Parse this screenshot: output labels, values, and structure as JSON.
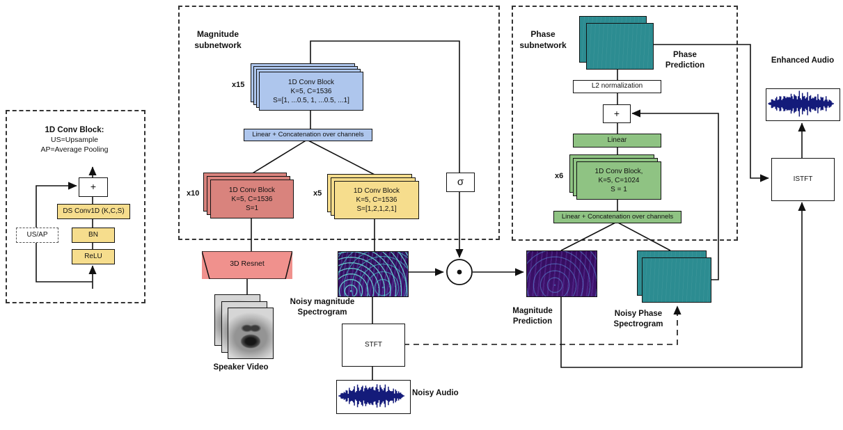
{
  "colors": {
    "blue": "#aec6ed",
    "red": "#d9837d",
    "yellow": "#f6dd8d",
    "green": "#8fc383",
    "teal": "#2c8c91",
    "salmon": "#f0918d",
    "waveform_navy": "#141b7a",
    "spectrogram_purple": "#340d60"
  },
  "legend": {
    "title": "1D Conv Block:",
    "us": "US=Upsample",
    "ap": "AP=Average Pooling",
    "plus": "+",
    "ds_conv": "DS Conv1D (K,C,S)",
    "us_ap": "US/AP",
    "bn": "BN",
    "relu": "ReLU"
  },
  "magnitude": {
    "title1": "Magnitude",
    "title2": "subnetwork",
    "blue": {
      "mult": "x15",
      "line1": "1D Conv Block",
      "line2": "K=5, C=1536",
      "line3": "S=[1, ...0.5, 1, ...0.5, ...1]"
    },
    "concat": "Linear + Concatenation over channels",
    "red": {
      "mult": "x10",
      "line1": "1D Conv Block",
      "line2": "K=5, C=1536",
      "line3": "S=1"
    },
    "yellow": {
      "mult": "x5",
      "line1": "1D Conv Block",
      "line2": "K=5, C=1536",
      "line3": "S=[1,2,1,2,1]"
    },
    "sigma": "σ"
  },
  "phase": {
    "title1": "Phase",
    "title2": "subnetwork",
    "l2norm": "L2 normalization",
    "plus": "+",
    "linear": "Linear",
    "green": {
      "mult": "x6",
      "line1": "1D Conv Block,",
      "line2": "K=5, C=1024",
      "line3": "S = 1"
    },
    "concat": "Linear + Concatenation over channels",
    "pred1": "Phase",
    "pred2": "Prediction"
  },
  "io": {
    "resnet": "3D Resnet",
    "speaker_video": "Speaker Video",
    "noisy_mag1": "Noisy magnitude",
    "noisy_mag2": "Spectrogram",
    "stft": "STFT",
    "noisy_audio": "Noisy Audio",
    "magpred1": "Magnitude",
    "magpred2": "Prediction",
    "noisyphase1": "Noisy Phase",
    "noisyphase2": "Spectrogram",
    "istft": "ISTFT",
    "enhanced": "Enhanced Audio"
  }
}
